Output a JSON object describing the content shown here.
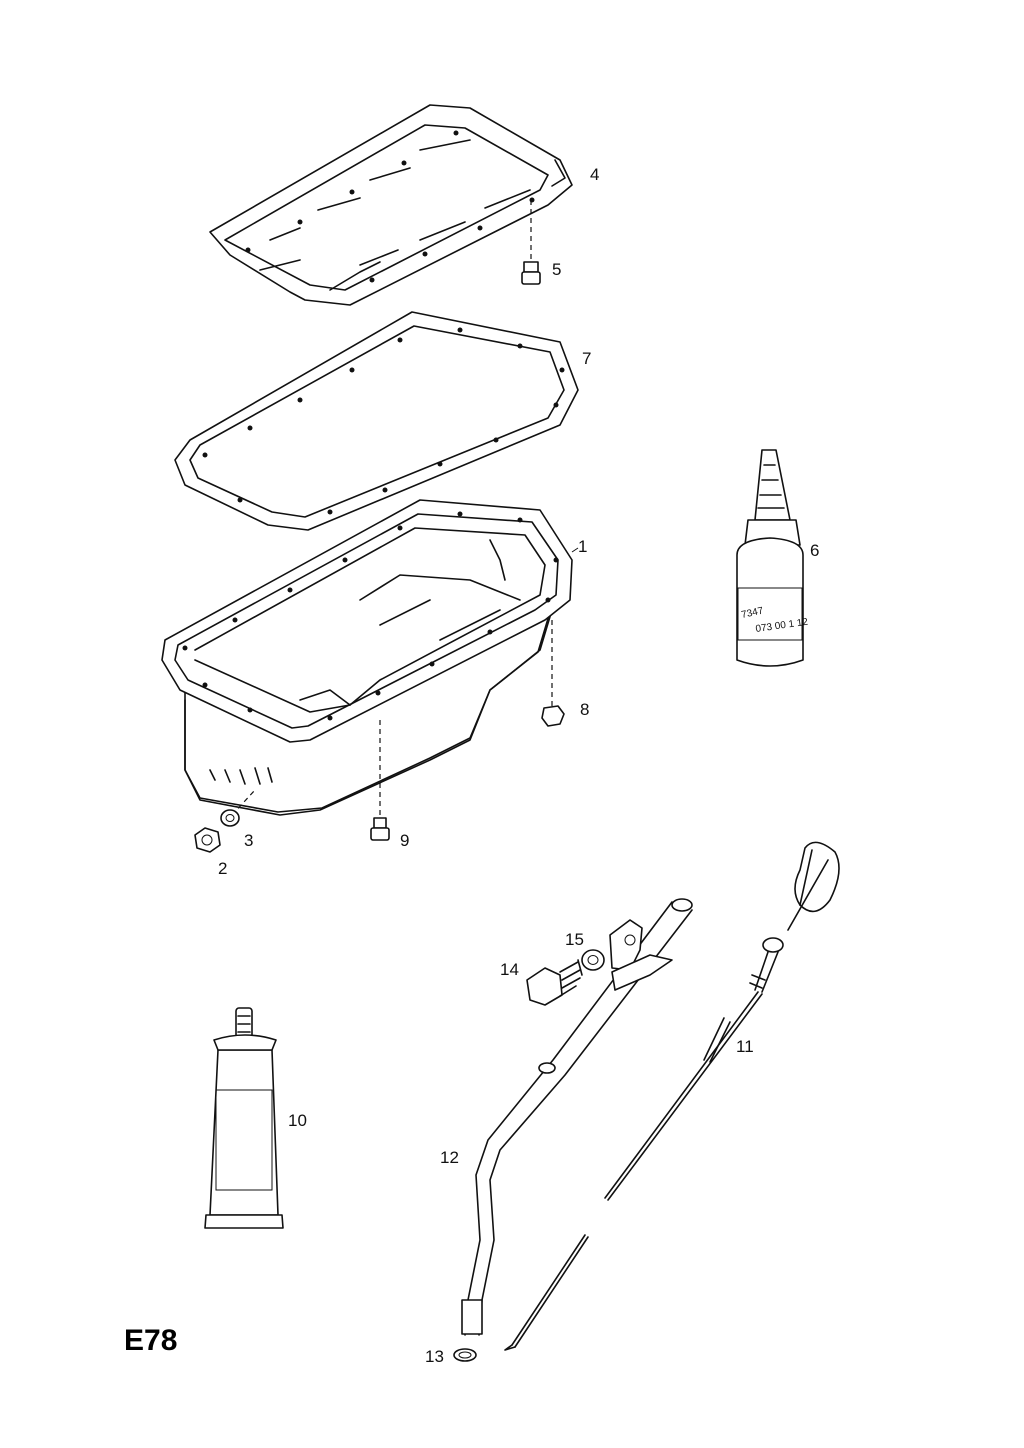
{
  "diagram": {
    "code": "E78",
    "callouts": [
      {
        "id": "1",
        "text": "1"
      },
      {
        "id": "2",
        "text": "2"
      },
      {
        "id": "3",
        "text": "3"
      },
      {
        "id": "4",
        "text": "4"
      },
      {
        "id": "5",
        "text": "5"
      },
      {
        "id": "6",
        "text": "6"
      },
      {
        "id": "7",
        "text": "7"
      },
      {
        "id": "8",
        "text": "8"
      },
      {
        "id": "9",
        "text": "9"
      },
      {
        "id": "10",
        "text": "10"
      },
      {
        "id": "11",
        "text": "11"
      },
      {
        "id": "12",
        "text": "12"
      },
      {
        "id": "13",
        "text": "13"
      },
      {
        "id": "14",
        "text": "14"
      },
      {
        "id": "15",
        "text": "15"
      }
    ],
    "bottle_label": {
      "line1": "7347",
      "line2": "073 00 1 12"
    }
  }
}
